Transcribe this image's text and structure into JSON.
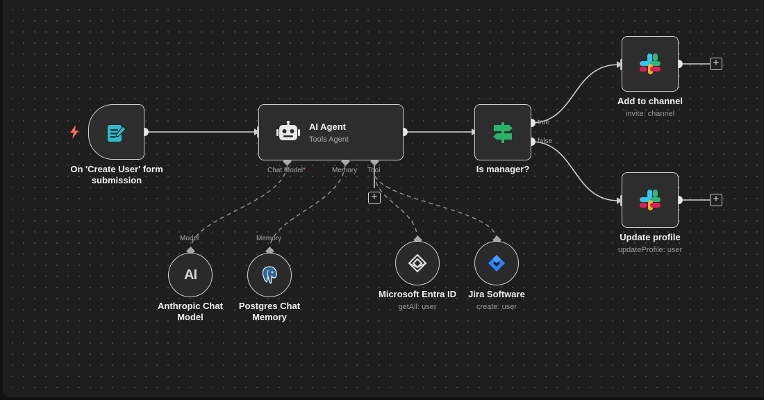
{
  "nodes": {
    "trigger": {
      "label": "On 'Create User' form submission"
    },
    "agent": {
      "title": "AI Agent",
      "subtitle": "Tools Agent",
      "ports": {
        "chat_model": "Chat Model",
        "chat_model_required": "*",
        "memory": "Memory",
        "tool": "Tool"
      }
    },
    "switch": {
      "label": "Is manager?",
      "outputs": {
        "true": "true",
        "false": "false"
      }
    },
    "add_channel": {
      "label": "Add to channel",
      "sublabel": "invite: channel"
    },
    "update_profile": {
      "label": "Update profile",
      "sublabel": "updateProfile: user"
    },
    "anthropic": {
      "port_label": "Model",
      "label_line1": "Anthropic Chat",
      "label_line2": "Model",
      "logo": "AI"
    },
    "postgres": {
      "port_label": "Memory",
      "label_line1": "Postgres Chat",
      "label_line2": "Memory"
    },
    "entra": {
      "label": "Microsoft Entra ID",
      "sublabel": "getAll: user"
    },
    "jira": {
      "label": "Jira Software",
      "sublabel": "create: user"
    }
  },
  "icons": {
    "trigger": "form-icon",
    "agent": "robot-icon",
    "switch": "signpost-icon",
    "slack": "slack-icon",
    "postgres": "postgres-icon",
    "entra": "entra-icon",
    "jira": "jira-icon",
    "bolt": "lightning-icon"
  },
  "plus": "+",
  "colors": {
    "canvas": "#1e1e1e",
    "node_bg": "#2d2d2d",
    "border": "#cfcfcf",
    "trigger_icon": "#2fb9c9",
    "switch_icon": "#27b46a",
    "bolt": "#ff6d5a",
    "jira": "#2684ff"
  }
}
